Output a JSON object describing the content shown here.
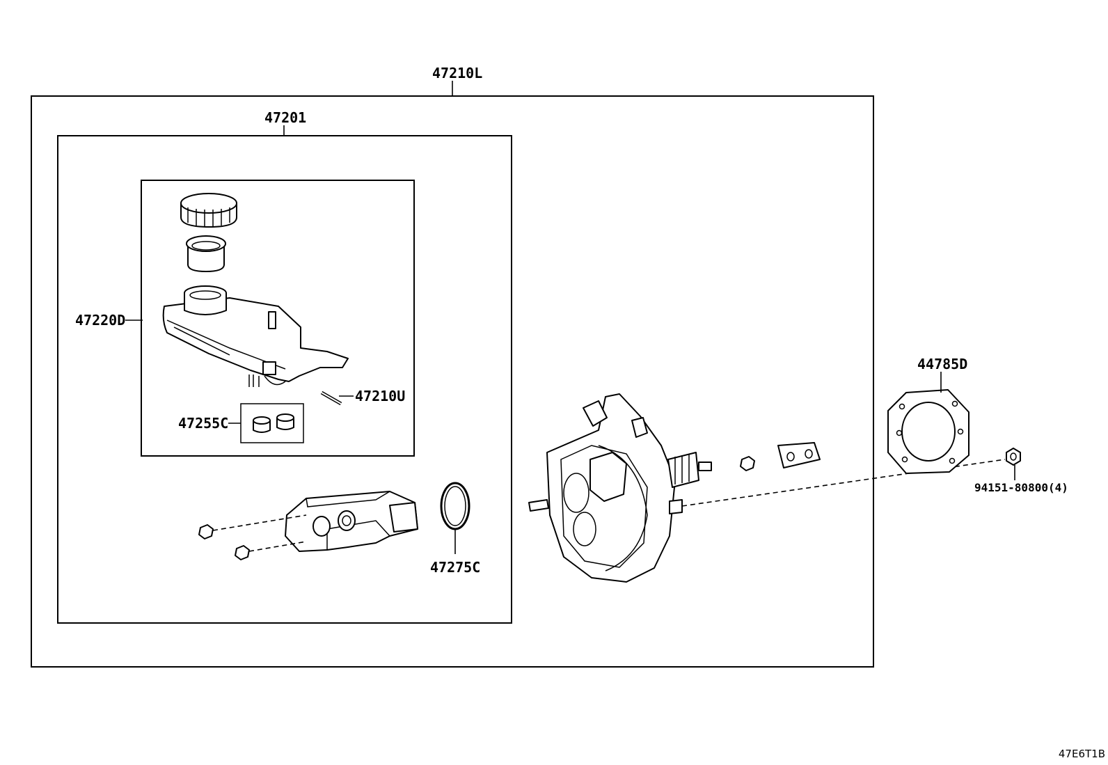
{
  "labels": {
    "assembly": "47210L",
    "master_cylinder": "47201",
    "reservoir": "47220D",
    "pin": "47210U",
    "grommets": "47255C",
    "o_ring": "47275C",
    "gasket": "44785D",
    "nut": "94151-80800(4)"
  },
  "figure_id": "47E6T1B"
}
